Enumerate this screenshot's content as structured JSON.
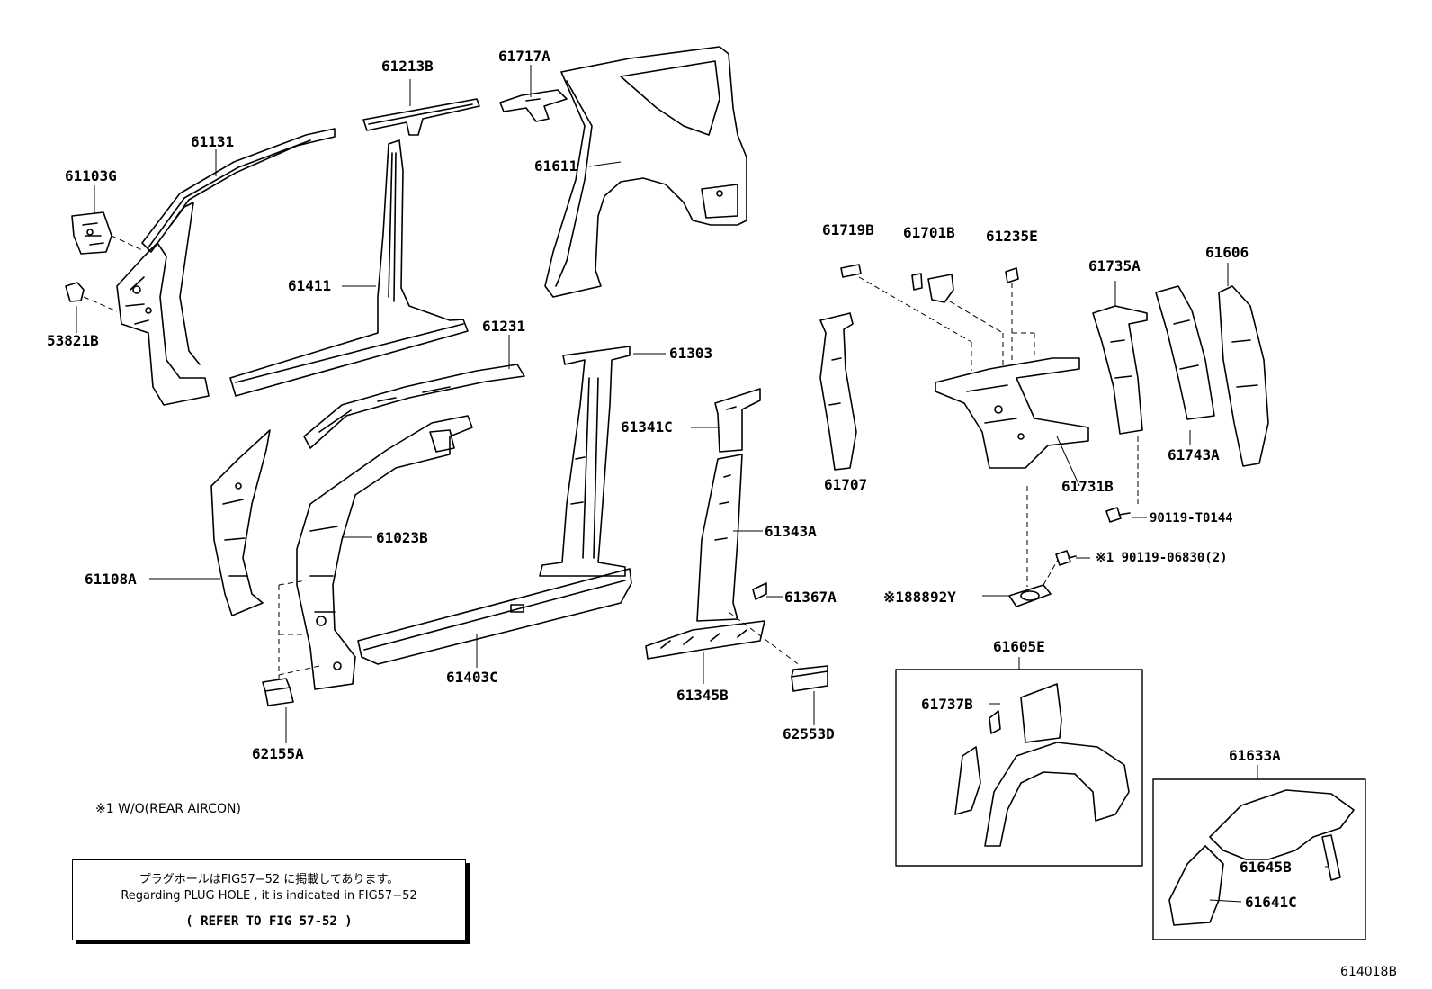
{
  "parts": {
    "p61213B": "61213B",
    "p61717A": "61717A",
    "p61131": "61131",
    "p61103G": "61103G",
    "p61611": "61611",
    "p61411": "61411",
    "p53821B": "53821B",
    "p61231": "61231",
    "p61303": "61303",
    "p61341C": "61341C",
    "p61023B": "61023B",
    "p61108A": "61108A",
    "p61343A": "61343A",
    "p61367A": "61367A",
    "p61403C": "61403C",
    "p61345B": "61345B",
    "p62155A": "62155A",
    "p62553D": "62553D",
    "p61719B": "61719B",
    "p61701B": "61701B",
    "p61235E": "61235E",
    "p61735A": "61735A",
    "p61606": "61606",
    "p61707": "61707",
    "p61731B": "61731B",
    "p61743A": "61743A",
    "p90119T0144": "90119-T0144",
    "p90119_06830": "※1 90119-06830(2)",
    "p188892Y": "※188892Y",
    "p61605E": "61605E",
    "p61737B": "61737B",
    "p61633A": "61633A",
    "p61645B": "61645B",
    "p61641C": "61641C"
  },
  "footnote": "※1  W/O(REAR AIRCON)",
  "plug_note": {
    "line1": "プラグホールはFIG57−52 に掲載してあります。",
    "line2": "Regarding PLUG HOLE , it is indicated in FIG57−52",
    "line3": "(  REFER TO FIG 57-52  )"
  },
  "doc_number": "614018B"
}
